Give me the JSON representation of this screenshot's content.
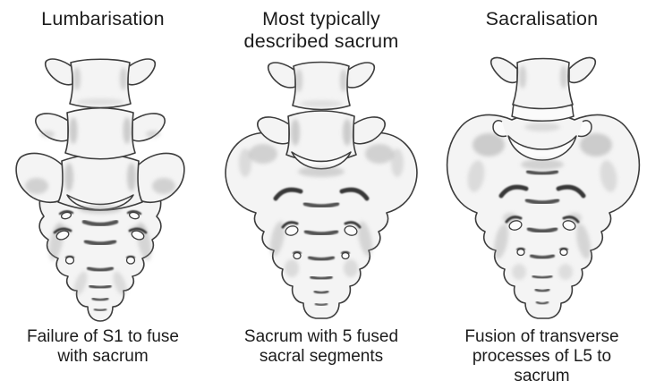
{
  "figure": {
    "panels": [
      {
        "id": "lumbarisation",
        "title": "Lumbarisation",
        "caption": "Failure of S1 to fuse\nwith sacrum"
      },
      {
        "id": "typical-sacrum",
        "title": "Most typically\ndescribed sacrum",
        "caption": "Sacrum with 5 fused\nsacral segments"
      },
      {
        "id": "sacralisation",
        "title": "Sacralisation",
        "caption": "Fusion of transverse\nprocesses of L5 to\nsacrum"
      }
    ],
    "colors": {
      "background": "#ffffff",
      "text": "#1c1c1c",
      "outline": "#3d3d3d",
      "bone_fill": "#f4f4f4",
      "shading": "#8e8e8e"
    }
  }
}
